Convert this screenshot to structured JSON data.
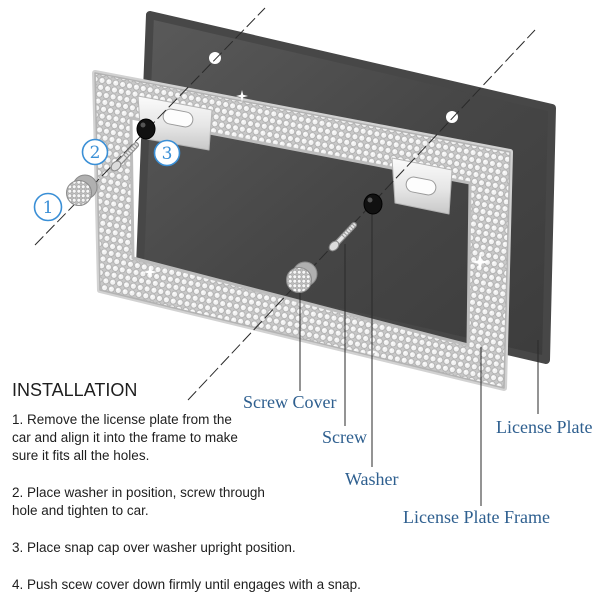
{
  "callouts": {
    "one": "1",
    "two": "2",
    "three": "3"
  },
  "labels": {
    "screw_cover": "Screw Cover",
    "screw": "Screw",
    "washer": "Washer",
    "license_plate": "License Plate",
    "license_plate_frame": "License Plate Frame"
  },
  "installation": {
    "title": "INSTALLATION",
    "steps": [
      "1. Remove the license plate from the\ncar and align it into the frame to make\nsure it fits all the holes.",
      "2. Place washer in position, screw through\nhole and tighten to car.",
      "3. Place snap cap over washer upright position.",
      "4. Push scew cover down firmly until engages with a snap."
    ]
  },
  "colors": {
    "label_blue": "#2e5f8f",
    "callout_blue": "#3a8fd6",
    "text": "#1e1e1e",
    "plate": "#474747",
    "washer": "#111111"
  }
}
